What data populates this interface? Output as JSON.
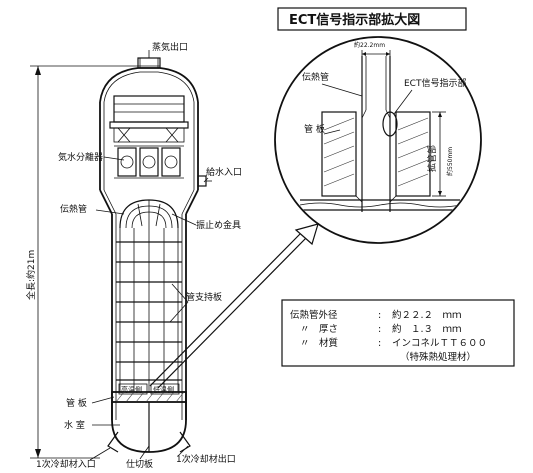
{
  "header": {
    "title": "ECT信号指示部拡大図"
  },
  "overall": {
    "length_label": "全長:約21m"
  },
  "labels": {
    "steam_outlet": "蒸気出口",
    "separator": "気水分離器",
    "feedwater_inlet": "給水入口",
    "heat_tube": "伝熱管",
    "anti_vibration": "振止め金具",
    "tube_support": "管支持板",
    "hot_side": "高温側",
    "cold_side": "低温側",
    "tube_sheet": "管 板",
    "water_chamber": "水 室",
    "primary_inlet": "1次冷却材入口",
    "primary_outlet": "1次冷却材出口",
    "partition": "仕切板"
  },
  "detail": {
    "dim_top": "約22.2mm",
    "heat_tube": "伝熱管",
    "ect_label": "ECT信号指示部",
    "tube_sheet": "管 板",
    "expansion": "拡管部",
    "dim_side": "約550mm"
  },
  "specs": {
    "rows": [
      {
        "label": "伝熱管外径",
        "sep": ":",
        "value": "約２２.２　ｍｍ"
      },
      {
        "label": "〃　厚さ",
        "sep": ":",
        "value": "約　１.３　ｍｍ"
      },
      {
        "label": "〃　材質",
        "sep": ":",
        "value": "インコネルＴＴ６００"
      }
    ],
    "note": "（特殊熱処理材）"
  }
}
